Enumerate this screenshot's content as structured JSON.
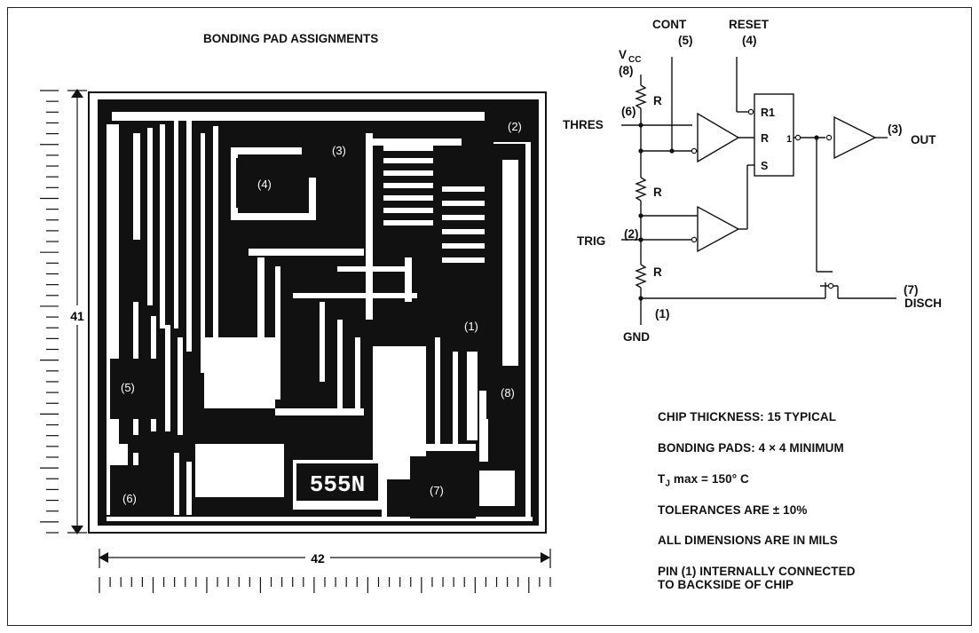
{
  "title": "BONDING PAD ASSIGNMENTS",
  "die": {
    "height_label": "41",
    "width_label": "42",
    "pads": [
      "(1)",
      "(2)",
      "(3)",
      "(4)",
      "(5)",
      "(6)",
      "(7)",
      "(8)"
    ],
    "marking": "555N"
  },
  "schematic": {
    "pins": {
      "vcc_pin": "(8)",
      "cont_pin": "(5)",
      "reset_pin": "(4)",
      "thres_pin": "(6)",
      "trig_pin": "(2)",
      "gnd_pin": "(1)",
      "out_pin": "(3)",
      "disch_pin": "(7)"
    },
    "names": {
      "vcc": "V",
      "vcc_sub": "CC",
      "cont": "CONT",
      "reset": "RESET",
      "thres": "THRES",
      "trig": "TRIG",
      "gnd": "GND",
      "out": "OUT",
      "disch": "DISCH"
    },
    "resistor": "R",
    "flipflop": {
      "r1": "R1",
      "r": "R",
      "s": "S",
      "q": "1"
    }
  },
  "notes": {
    "thickness": "CHIP THICKNESS: 15 TYPICAL",
    "pads": "BONDING PADS: 4 × 4 MINIMUM",
    "tj_prefix": "T",
    "tj_sub": "J",
    "tj_value": " max = 150° C",
    "tolerances": "TOLERANCES ARE ± 10%",
    "dimensions": "ALL DIMENSIONS ARE IN MILS",
    "pin1_line1": "PIN (1) INTERNALLY CONNECTED",
    "pin1_line2": "TO BACKSIDE OF CHIP"
  },
  "colors": {
    "ink": "#111111",
    "paper": "#ffffff"
  }
}
